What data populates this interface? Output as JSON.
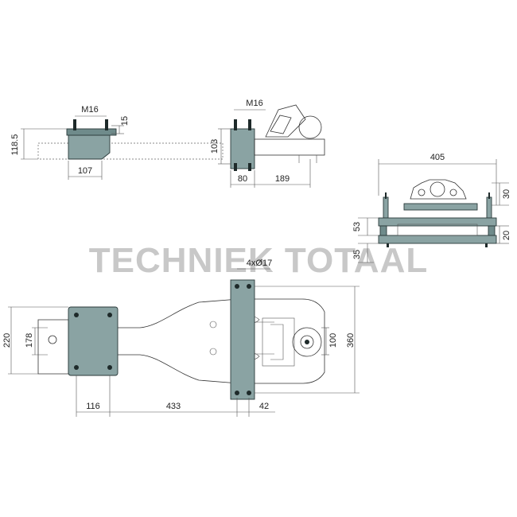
{
  "watermark": "TECHNIEK TOTAAL",
  "colors": {
    "plate": "#8aa3a3",
    "plate_dark": "#6f8b8b",
    "lines": "#333333",
    "watermark": "#c8c8c8"
  },
  "side_view_left": {
    "thread_label": "M16",
    "dim_height": "118.5",
    "dim_plate_thickness": "15",
    "dim_width": "107"
  },
  "side_view_right": {
    "thread_label": "M16",
    "dim_height": "103",
    "dim_plate": "80",
    "dim_length": "189"
  },
  "front_view": {
    "dim_width": "405",
    "dim_top": "30",
    "dim_mid": "53",
    "dim_right": "20",
    "dim_bottom": "35"
  },
  "plan_view": {
    "holes_label": "4xØ17",
    "dim_outer_height": "220",
    "dim_inner_height": "178",
    "dim_left": "116",
    "dim_middle": "433",
    "dim_right": "42",
    "dim_hole_spacing": "100",
    "dim_total_height": "360"
  }
}
